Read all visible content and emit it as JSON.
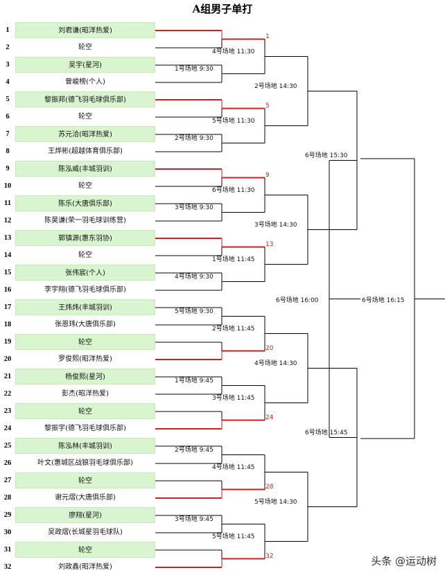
{
  "title": "A组男子单打",
  "watermark": "头条 @运动树",
  "players": [
    {
      "seed": "1",
      "name": "刘君谦(昭洋热爱)",
      "highlight": true
    },
    {
      "seed": "2",
      "name": "轮空",
      "highlight": false
    },
    {
      "seed": "3",
      "name": "吴宇(星河)",
      "highlight": true
    },
    {
      "seed": "4",
      "name": "曾峻榜(个人)",
      "highlight": false
    },
    {
      "seed": "5",
      "name": "黎振邦(德飞羽毛球俱乐部)",
      "highlight": true
    },
    {
      "seed": "6",
      "name": "轮空",
      "highlight": false
    },
    {
      "seed": "7",
      "name": "苏元洽(昭洋热爱)",
      "highlight": true
    },
    {
      "seed": "8",
      "name": "王烨彬(超越体育俱乐部)",
      "highlight": false
    },
    {
      "seed": "9",
      "name": "陈泓威(丰城羽训)",
      "highlight": true
    },
    {
      "seed": "10",
      "name": "轮空",
      "highlight": false
    },
    {
      "seed": "11",
      "name": "陈乐(大唐俱乐部)",
      "highlight": true
    },
    {
      "seed": "12",
      "name": "陈昊谦(荣一羽毛球训练营)",
      "highlight": false
    },
    {
      "seed": "13",
      "name": "郭镇源(惠东羽协)",
      "highlight": true
    },
    {
      "seed": "14",
      "name": "轮空",
      "highlight": false
    },
    {
      "seed": "15",
      "name": "张伟宸(个人)",
      "highlight": true
    },
    {
      "seed": "16",
      "name": "李宇翔(德飞羽毛球俱乐部)",
      "highlight": false
    },
    {
      "seed": "17",
      "name": "王炜炜(丰城羽训)",
      "highlight": true
    },
    {
      "seed": "18",
      "name": "张恩玮(大唐俱乐部)",
      "highlight": false
    },
    {
      "seed": "19",
      "name": "轮空",
      "highlight": true
    },
    {
      "seed": "20",
      "name": "罗俊熙(昭洋热爱)",
      "highlight": false
    },
    {
      "seed": "21",
      "name": "杨俊熙(星河)",
      "highlight": true
    },
    {
      "seed": "22",
      "name": "彭杰(昭洋热爱)",
      "highlight": false
    },
    {
      "seed": "23",
      "name": "轮空",
      "highlight": true
    },
    {
      "seed": "24",
      "name": "黎振宇(德飞羽毛球俱乐部)",
      "highlight": false
    },
    {
      "seed": "25",
      "name": "陈泓林(丰城羽训)",
      "highlight": true
    },
    {
      "seed": "26",
      "name": "叶文(惠城区战狼羽毛球俱乐部)",
      "highlight": false
    },
    {
      "seed": "27",
      "name": "轮空",
      "highlight": true
    },
    {
      "seed": "28",
      "name": "谢元熠(大唐俱乐部)",
      "highlight": false
    },
    {
      "seed": "29",
      "name": "廖翔(星河)",
      "highlight": true
    },
    {
      "seed": "30",
      "name": "吴政熠(长城星羽毛球队)",
      "highlight": false
    },
    {
      "seed": "31",
      "name": "轮空",
      "highlight": true
    },
    {
      "seed": "32",
      "name": "刘政鑫(昭洋热爱)",
      "highlight": false
    }
  ],
  "round1": [
    {
      "label": "",
      "winner": "1",
      "red": "top"
    },
    {
      "label": "1号场地 9:30",
      "winner": "",
      "red": ""
    },
    {
      "label": "",
      "winner": "5",
      "red": "top"
    },
    {
      "label": "2号场地 9:30",
      "winner": "",
      "red": ""
    },
    {
      "label": "",
      "winner": "9",
      "red": "top"
    },
    {
      "label": "3号场地 9:30",
      "winner": "",
      "red": ""
    },
    {
      "label": "",
      "winner": "13",
      "red": "top"
    },
    {
      "label": "4号场地 9:30",
      "winner": "",
      "red": ""
    },
    {
      "label": "5号场地 9:30",
      "winner": "",
      "red": ""
    },
    {
      "label": "",
      "winner": "20",
      "red": "bottom"
    },
    {
      "label": "1号场地 9:45",
      "winner": "",
      "red": ""
    },
    {
      "label": "",
      "winner": "24",
      "red": "bottom"
    },
    {
      "label": "2号场地 9:45",
      "winner": "",
      "red": ""
    },
    {
      "label": "",
      "winner": "28",
      "red": "bottom"
    },
    {
      "label": "3号场地 9:45",
      "winner": "",
      "red": ""
    },
    {
      "label": "",
      "winner": "32",
      "red": "bottom"
    }
  ],
  "round2": [
    "4号场地 11:30",
    "5号场地 11:30",
    "6号场地 11:30",
    "1号场地 11:45",
    "2号场地 11:45",
    "3号场地 11:45",
    "4号场地 11:45",
    "5号场地 11:45"
  ],
  "round3": [
    "2号场地 14:30",
    "3号场地 14:30",
    "4号场地 14:30",
    "5号场地 14:30"
  ],
  "round4": [
    "6号场地 15:30",
    "6号场地 15:45"
  ],
  "round5": [
    "6号场地 16:00"
  ],
  "final": "6号场地 16:15"
}
